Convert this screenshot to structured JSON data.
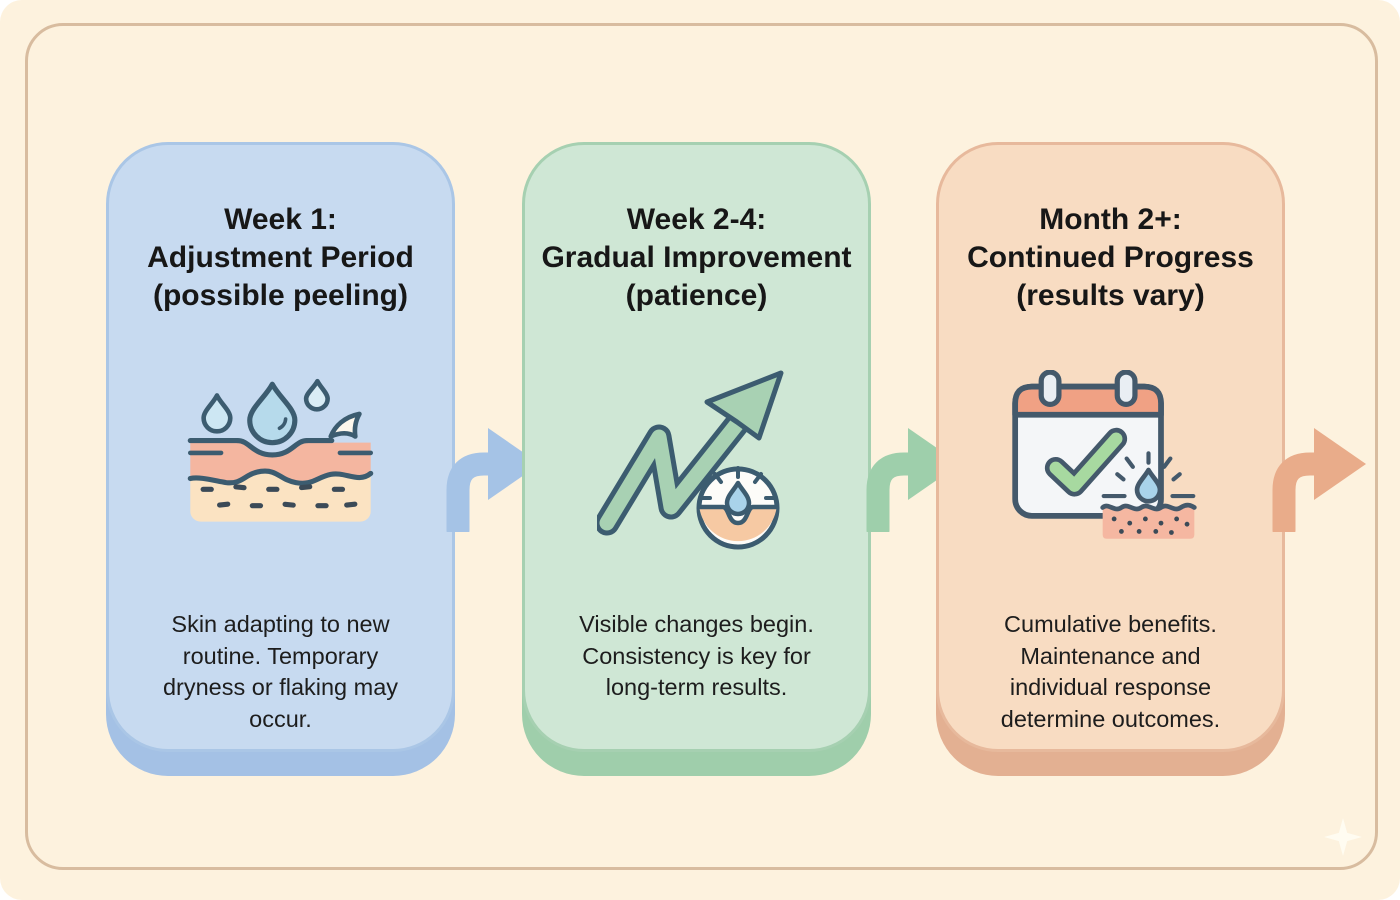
{
  "infographic": {
    "background_color": "#fdf2de",
    "frame_border_color": "#d8bc9f",
    "icon_outline_color": "#3c5c70",
    "cards": [
      {
        "id": "week-1",
        "title": "Week 1:\nAdjustment Period\n(possible peeling)",
        "description": "Skin adapting to new\nroutine. Temporary\ndryness or flaking may\noccur.",
        "icon": "skin-droplets-icon",
        "fill_color": "#c7daf0",
        "edge_color": "#a4c1e5",
        "arrow_color": "#a5c3e6"
      },
      {
        "id": "week-2-4",
        "title": "Week 2-4:\nGradual Improvement\n(patience)",
        "description": "Visible changes begin.\nConsistency is key for\nlong-term results.",
        "icon": "trend-arrow-icon",
        "fill_color": "#cfe7d5",
        "edge_color": "#9fceab",
        "arrow_color": "#9ecfab"
      },
      {
        "id": "month-2-plus",
        "title": "Month 2+:\nContinued Progress\n(results vary)",
        "description": "Cumulative benefits.\nMaintenance and\nindividual response\ndetermine outcomes.",
        "icon": "calendar-check-icon",
        "fill_color": "#f8dcc2",
        "edge_color": "#e3b092",
        "arrow_color": "#e9ac8a"
      }
    ]
  }
}
